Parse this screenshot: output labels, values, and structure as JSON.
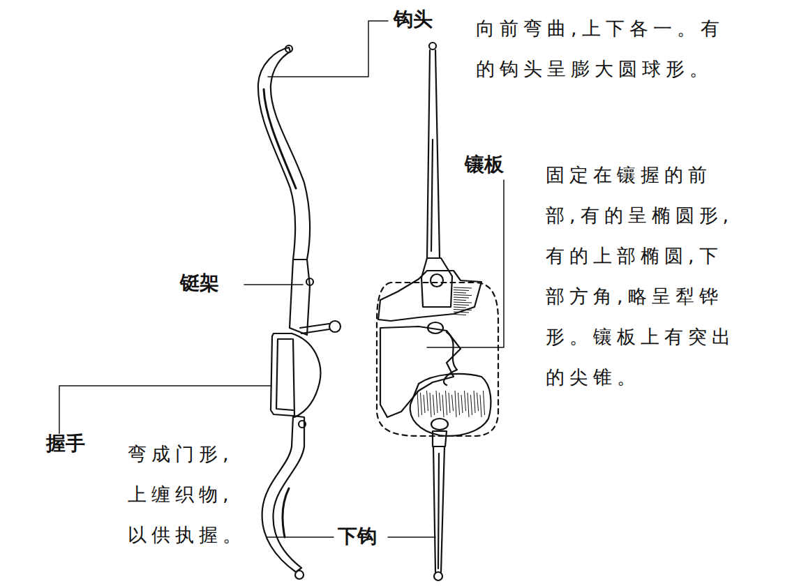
{
  "diagram": {
    "labels": [
      "钩头",
      "向前弯曲,上下各一。有 的钩头呈膨大圆球形。",
      "镶板",
      "固定在镶握的前 部,有的呈椭圆形, 有的上部椭圆,下 部方角,略呈犁铧 形。镶板上有突出 的尖锥。",
      "铤架",
      "握手",
      "弯成门形, 上缠织物, 以供执握。",
      "下钩"
    ]
  }
}
